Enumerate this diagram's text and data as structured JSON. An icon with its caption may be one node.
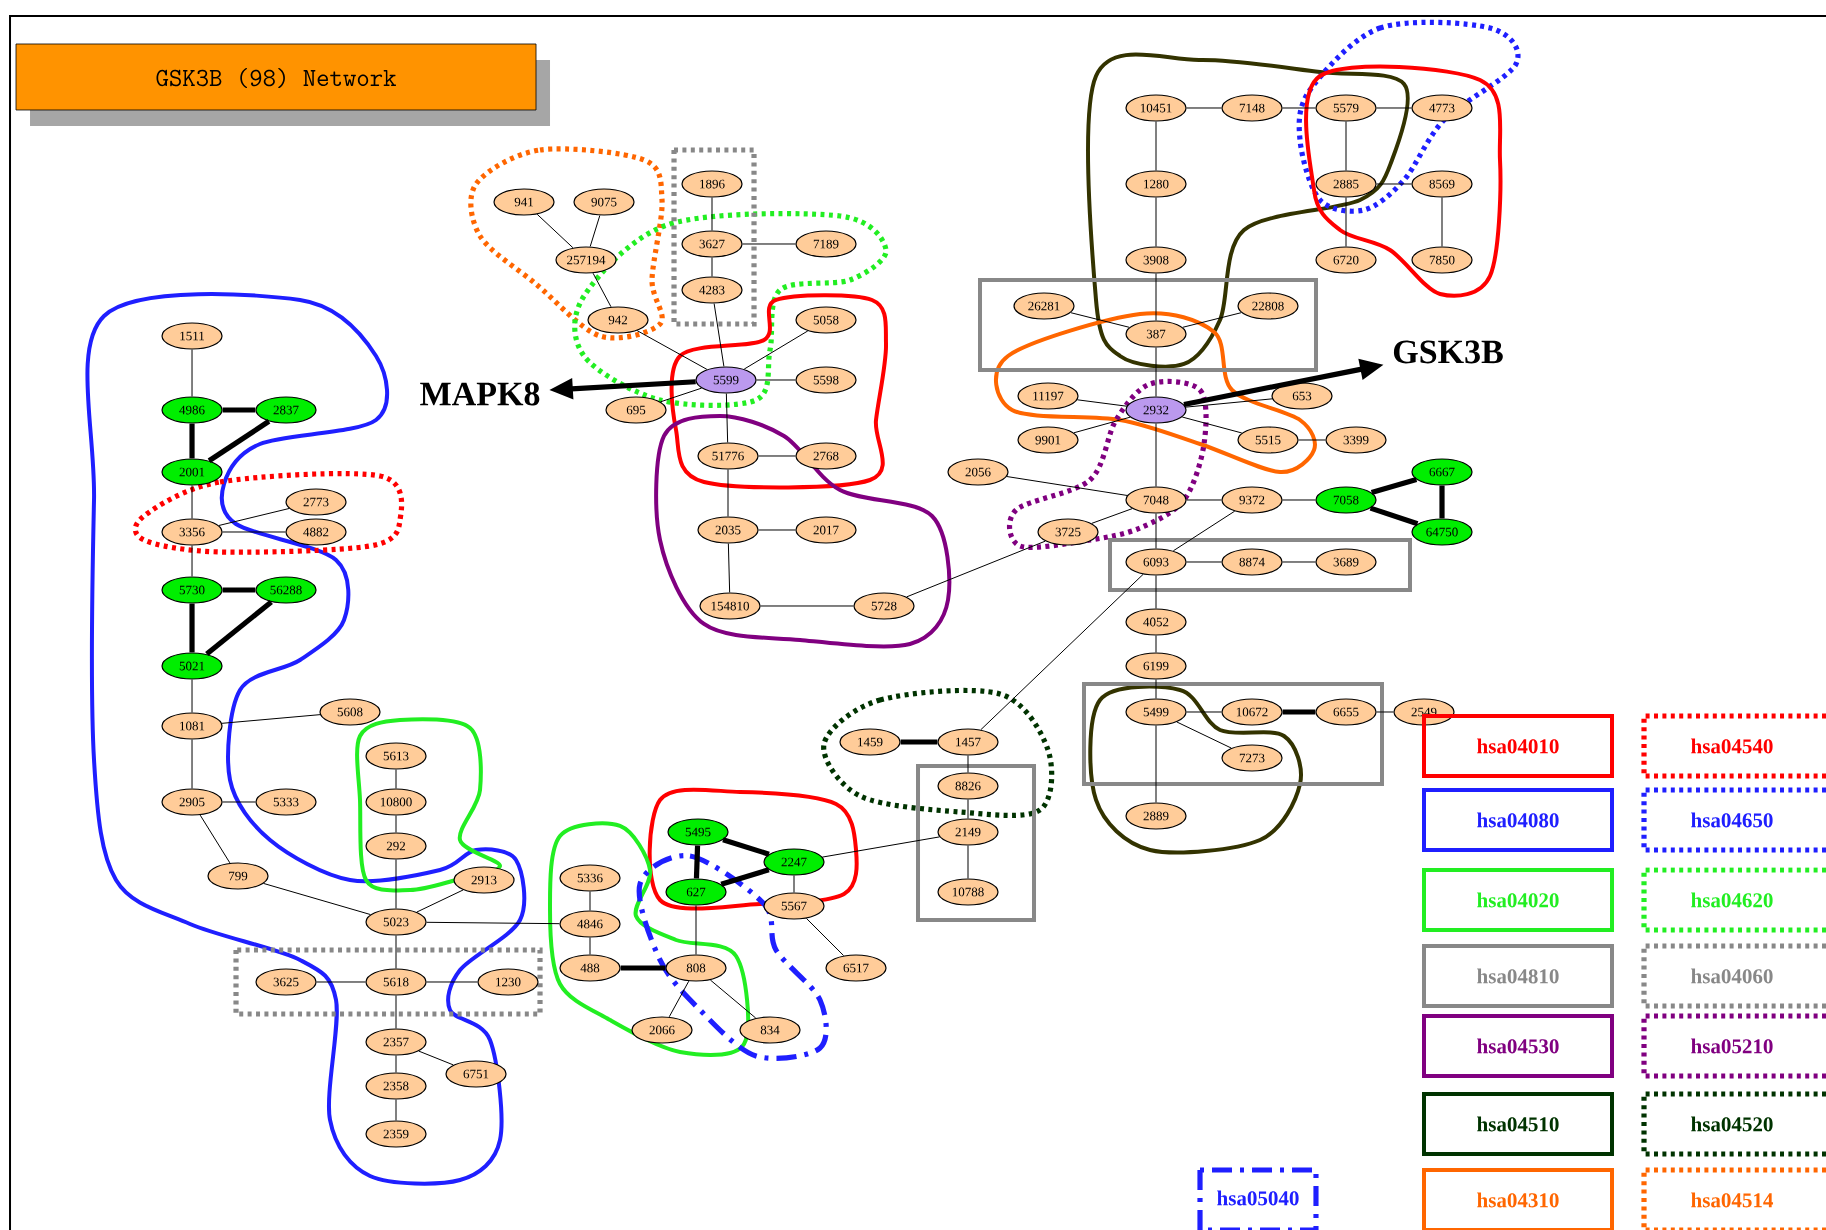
{
  "diagram": {
    "title": "GSK3B (98) Network",
    "nodes": [
      {
        "text": [
          "1511"
        ]
      },
      {
        "text": [
          "4986"
        ]
      },
      {
        "text": [
          "2837"
        ]
      },
      {
        "text": [
          "2001"
        ]
      },
      {
        "text": [
          "2773"
        ]
      },
      {
        "text": [
          "3356"
        ]
      },
      {
        "text": [
          "4882"
        ]
      },
      {
        "text": [
          "5730"
        ]
      },
      {
        "text": [
          "56288"
        ]
      },
      {
        "text": [
          "5021"
        ]
      },
      {
        "text": [
          "1081"
        ]
      },
      {
        "text": [
          "5608"
        ]
      },
      {
        "text": [
          "2905"
        ]
      },
      {
        "text": [
          "5333"
        ]
      },
      {
        "text": [
          "799"
        ]
      },
      {
        "text": [
          "5613"
        ]
      },
      {
        "text": [
          "10800"
        ]
      },
      {
        "text": [
          "292"
        ]
      },
      {
        "text": [
          "5023"
        ]
      },
      {
        "text": [
          "2913"
        ]
      },
      {
        "text": [
          "3625"
        ]
      },
      {
        "text": [
          "5618"
        ]
      },
      {
        "text": [
          "1230"
        ]
      },
      {
        "text": [
          "2357"
        ]
      },
      {
        "text": [
          "6751"
        ]
      },
      {
        "text": [
          "2358"
        ]
      },
      {
        "text": [
          "2359"
        ]
      },
      {
        "text": [
          "5336"
        ]
      },
      {
        "text": [
          "4846"
        ]
      },
      {
        "text": [
          "488"
        ]
      },
      {
        "text": [
          "5495"
        ]
      },
      {
        "text": [
          "627"
        ]
      },
      {
        "text": [
          "2247"
        ]
      },
      {
        "text": [
          "5567"
        ]
      },
      {
        "text": [
          "808"
        ]
      },
      {
        "text": [
          "6517"
        ]
      },
      {
        "text": [
          "2066"
        ]
      },
      {
        "text": [
          "834"
        ]
      },
      {
        "text": [
          "941"
        ]
      },
      {
        "text": [
          "9075"
        ]
      },
      {
        "text": [
          "257194"
        ]
      },
      {
        "text": [
          "942"
        ]
      },
      {
        "text": [
          "1896"
        ]
      },
      {
        "text": [
          "3627"
        ]
      },
      {
        "text": [
          "7189"
        ]
      },
      {
        "text": [
          "4283"
        ]
      },
      {
        "text": [
          "5058"
        ]
      },
      {
        "text": [
          "5599"
        ]
      },
      {
        "text": [
          "5598"
        ]
      },
      {
        "text": [
          "695"
        ]
      },
      {
        "text": [
          "51776"
        ]
      },
      {
        "text": [
          "2768"
        ]
      },
      {
        "text": [
          "2035"
        ]
      },
      {
        "text": [
          "2017"
        ]
      },
      {
        "text": [
          "154810"
        ]
      },
      {
        "text": [
          "5728"
        ]
      },
      {
        "text": [
          "MAPK8"
        ]
      },
      {
        "text": [
          "10451"
        ]
      },
      {
        "text": [
          "7148"
        ]
      },
      {
        "text": [
          "5579"
        ]
      },
      {
        "text": [
          "4773"
        ]
      },
      {
        "text": [
          "1280"
        ]
      },
      {
        "text": [
          "2885"
        ]
      },
      {
        "text": [
          "8569"
        ]
      },
      {
        "text": [
          "3908"
        ]
      },
      {
        "text": [
          "6720"
        ]
      },
      {
        "text": [
          "7850"
        ]
      },
      {
        "text": [
          "26281"
        ]
      },
      {
        "text": [
          "387"
        ]
      },
      {
        "text": [
          "22808"
        ]
      },
      {
        "text": [
          "11197"
        ]
      },
      {
        "text": [
          "2932"
        ]
      },
      {
        "text": [
          "653"
        ]
      },
      {
        "text": [
          "9901"
        ]
      },
      {
        "text": [
          "5515"
        ]
      },
      {
        "text": [
          "3399"
        ]
      },
      {
        "text": [
          "2056"
        ]
      },
      {
        "text": [
          "7048"
        ]
      },
      {
        "text": [
          "9372"
        ]
      },
      {
        "text": [
          "7058"
        ]
      },
      {
        "text": [
          "6667"
        ]
      },
      {
        "text": [
          "64750"
        ]
      },
      {
        "text": [
          "3725"
        ]
      },
      {
        "text": [
          "6093"
        ]
      },
      {
        "text": [
          "8874"
        ]
      },
      {
        "text": [
          "3689"
        ]
      },
      {
        "text": [
          "4052"
        ]
      },
      {
        "text": [
          "6199"
        ]
      },
      {
        "text": [
          "5499"
        ]
      },
      {
        "text": [
          "10672"
        ]
      },
      {
        "text": [
          "6655"
        ]
      },
      {
        "text": [
          "2549"
        ]
      },
      {
        "text": [
          "7273"
        ]
      },
      {
        "text": [
          "2889"
        ]
      },
      {
        "text": [
          "1459"
        ]
      },
      {
        "text": [
          "1457"
        ]
      },
      {
        "text": [
          "8826"
        ]
      },
      {
        "text": [
          "2149"
        ]
      },
      {
        "text": [
          "10788"
        ]
      },
      {
        "text": [
          "GSK3B"
        ]
      }
    ],
    "edges": [
      {
        "from": 0,
        "to": 1,
        "arrow": "none"
      },
      {
        "from": 1,
        "to": 2,
        "arrow": "none",
        "style": "thick"
      },
      {
        "from": 1,
        "to": 3,
        "arrow": "none",
        "style": "thick"
      },
      {
        "from": 2,
        "to": 3,
        "arrow": "none",
        "style": "thick"
      },
      {
        "from": 3,
        "to": 5,
        "arrow": "none"
      },
      {
        "from": 5,
        "to": 4,
        "arrow": "none"
      },
      {
        "from": 5,
        "to": 6,
        "arrow": "none"
      },
      {
        "from": 5,
        "to": 7,
        "arrow": "none"
      },
      {
        "from": 7,
        "to": 8,
        "arrow": "none",
        "style": "thick"
      },
      {
        "from": 7,
        "to": 9,
        "arrow": "none",
        "style": "thick"
      },
      {
        "from": 8,
        "to": 9,
        "arrow": "none",
        "style": "thick"
      },
      {
        "from": 9,
        "to": 10,
        "arrow": "none"
      },
      {
        "from": 10,
        "to": 11,
        "arrow": "none"
      },
      {
        "from": 10,
        "to": 12,
        "arrow": "none"
      },
      {
        "from": 12,
        "to": 13,
        "arrow": "none"
      },
      {
        "from": 12,
        "to": 14,
        "arrow": "none"
      },
      {
        "from": 14,
        "to": 18,
        "arrow": "none"
      },
      {
        "from": 15,
        "to": 16,
        "arrow": "none"
      },
      {
        "from": 16,
        "to": 17,
        "arrow": "none"
      },
      {
        "from": 17,
        "to": 18,
        "arrow": "none"
      },
      {
        "from": 18,
        "to": 19,
        "arrow": "none"
      },
      {
        "from": 18,
        "to": 21,
        "arrow": "none"
      },
      {
        "from": 18,
        "to": 28,
        "arrow": "none"
      },
      {
        "from": 20,
        "to": 21,
        "arrow": "none"
      },
      {
        "from": 21,
        "to": 22,
        "arrow": "none"
      },
      {
        "from": 21,
        "to": 23,
        "arrow": "none"
      },
      {
        "from": 23,
        "to": 24,
        "arrow": "none"
      },
      {
        "from": 23,
        "to": 25,
        "arrow": "none"
      },
      {
        "from": 25,
        "to": 26,
        "arrow": "none"
      },
      {
        "from": 27,
        "to": 28,
        "arrow": "none"
      },
      {
        "from": 28,
        "to": 29,
        "arrow": "none"
      },
      {
        "from": 29,
        "to": 34,
        "arrow": "none",
        "style": "thick"
      },
      {
        "from": 30,
        "to": 31,
        "arrow": "none",
        "style": "thick"
      },
      {
        "from": 30,
        "to": 32,
        "arrow": "none",
        "style": "thick"
      },
      {
        "from": 31,
        "to": 32,
        "arrow": "none",
        "style": "thick"
      },
      {
        "from": 31,
        "to": 34,
        "arrow": "none"
      },
      {
        "from": 34,
        "to": 36,
        "arrow": "none"
      },
      {
        "from": 34,
        "to": 37,
        "arrow": "none"
      },
      {
        "from": 32,
        "to": 33,
        "arrow": "none"
      },
      {
        "from": 33,
        "to": 35,
        "arrow": "none"
      },
      {
        "from": 32,
        "to": 97,
        "arrow": "none"
      },
      {
        "from": 38,
        "to": 40,
        "arrow": "none"
      },
      {
        "from": 39,
        "to": 40,
        "arrow": "none"
      },
      {
        "from": 40,
        "to": 41,
        "arrow": "none"
      },
      {
        "from": 41,
        "to": 47,
        "arrow": "none"
      },
      {
        "from": 42,
        "to": 43,
        "arrow": "none"
      },
      {
        "from": 43,
        "to": 44,
        "arrow": "none"
      },
      {
        "from": 43,
        "to": 45,
        "arrow": "none"
      },
      {
        "from": 45,
        "to": 47,
        "arrow": "none"
      },
      {
        "from": 47,
        "to": 46,
        "arrow": "none"
      },
      {
        "from": 47,
        "to": 48,
        "arrow": "none"
      },
      {
        "from": 47,
        "to": 49,
        "arrow": "none"
      },
      {
        "from": 47,
        "to": 50,
        "arrow": "none"
      },
      {
        "from": 50,
        "to": 51,
        "arrow": "none"
      },
      {
        "from": 50,
        "to": 52,
        "arrow": "none"
      },
      {
        "from": 52,
        "to": 53,
        "arrow": "none"
      },
      {
        "from": 52,
        "to": 54,
        "arrow": "none"
      },
      {
        "from": 54,
        "to": 55,
        "arrow": "none"
      },
      {
        "from": 55,
        "to": 82,
        "arrow": "none"
      },
      {
        "from": 47,
        "to": 56,
        "arrow": "to",
        "style": "thick"
      },
      {
        "from": 57,
        "to": 58,
        "arrow": "none"
      },
      {
        "from": 58,
        "to": 59,
        "arrow": "none"
      },
      {
        "from": 59,
        "to": 60,
        "arrow": "none"
      },
      {
        "from": 59,
        "to": 62,
        "arrow": "none"
      },
      {
        "from": 62,
        "to": 63,
        "arrow": "none"
      },
      {
        "from": 63,
        "to": 66,
        "arrow": "none"
      },
      {
        "from": 62,
        "to": 65,
        "arrow": "none"
      },
      {
        "from": 57,
        "to": 61,
        "arrow": "none"
      },
      {
        "from": 61,
        "to": 64,
        "arrow": "none"
      },
      {
        "from": 64,
        "to": 68,
        "arrow": "none"
      },
      {
        "from": 67,
        "to": 68,
        "arrow": "none"
      },
      {
        "from": 69,
        "to": 68,
        "arrow": "none"
      },
      {
        "from": 68,
        "to": 71,
        "arrow": "none"
      },
      {
        "from": 70,
        "to": 71,
        "arrow": "none"
      },
      {
        "from": 73,
        "to": 71,
        "arrow": "none"
      },
      {
        "from": 71,
        "to": 72,
        "arrow": "none"
      },
      {
        "from": 71,
        "to": 74,
        "arrow": "none"
      },
      {
        "from": 74,
        "to": 75,
        "arrow": "none"
      },
      {
        "from": 71,
        "to": 77,
        "arrow": "none"
      },
      {
        "from": 76,
        "to": 77,
        "arrow": "none"
      },
      {
        "from": 82,
        "to": 77,
        "arrow": "none"
      },
      {
        "from": 77,
        "to": 78,
        "arrow": "none"
      },
      {
        "from": 78,
        "to": 79,
        "arrow": "none"
      },
      {
        "from": 79,
        "to": 80,
        "arrow": "none",
        "style": "thick"
      },
      {
        "from": 79,
        "to": 81,
        "arrow": "none",
        "style": "thick"
      },
      {
        "from": 80,
        "to": 81,
        "arrow": "none",
        "style": "thick"
      },
      {
        "from": 78,
        "to": 83,
        "arrow": "none"
      },
      {
        "from": 77,
        "to": 83,
        "arrow": "none"
      },
      {
        "from": 83,
        "to": 84,
        "arrow": "none"
      },
      {
        "from": 84,
        "to": 85,
        "arrow": "none"
      },
      {
        "from": 83,
        "to": 86,
        "arrow": "none"
      },
      {
        "from": 86,
        "to": 87,
        "arrow": "none"
      },
      {
        "from": 87,
        "to": 88,
        "arrow": "none"
      },
      {
        "from": 88,
        "to": 89,
        "arrow": "none"
      },
      {
        "from": 89,
        "to": 90,
        "arrow": "none",
        "style": "thick"
      },
      {
        "from": 90,
        "to": 91,
        "arrow": "none"
      },
      {
        "from": 88,
        "to": 92,
        "arrow": "none"
      },
      {
        "from": 88,
        "to": 93,
        "arrow": "none"
      },
      {
        "from": 94,
        "to": 95,
        "arrow": "none",
        "style": "thick"
      },
      {
        "from": 95,
        "to": 96,
        "arrow": "none"
      },
      {
        "from": 96,
        "to": 97,
        "arrow": "none"
      },
      {
        "from": 97,
        "to": 98,
        "arrow": "none"
      },
      {
        "from": 95,
        "to": 83,
        "arrow": "none"
      },
      {
        "from": 71,
        "to": 99,
        "arrow": "to",
        "style": "thick"
      }
    ],
    "legend": [
      {
        "text": "hsa04010"
      },
      {
        "text": "hsa04540"
      },
      {
        "text": "hsa04080"
      },
      {
        "text": "hsa04650"
      },
      {
        "text": "hsa04020"
      },
      {
        "text": "hsa04620"
      },
      {
        "text": "hsa04810"
      },
      {
        "text": "hsa04060"
      },
      {
        "text": "hsa04530"
      },
      {
        "text": "hsa05210"
      },
      {
        "text": "hsa04510"
      },
      {
        "text": "hsa04520"
      },
      {
        "text": "hsa05040"
      },
      {
        "text": "hsa04310"
      },
      {
        "text": "hsa04514"
      }
    ]
  }
}
